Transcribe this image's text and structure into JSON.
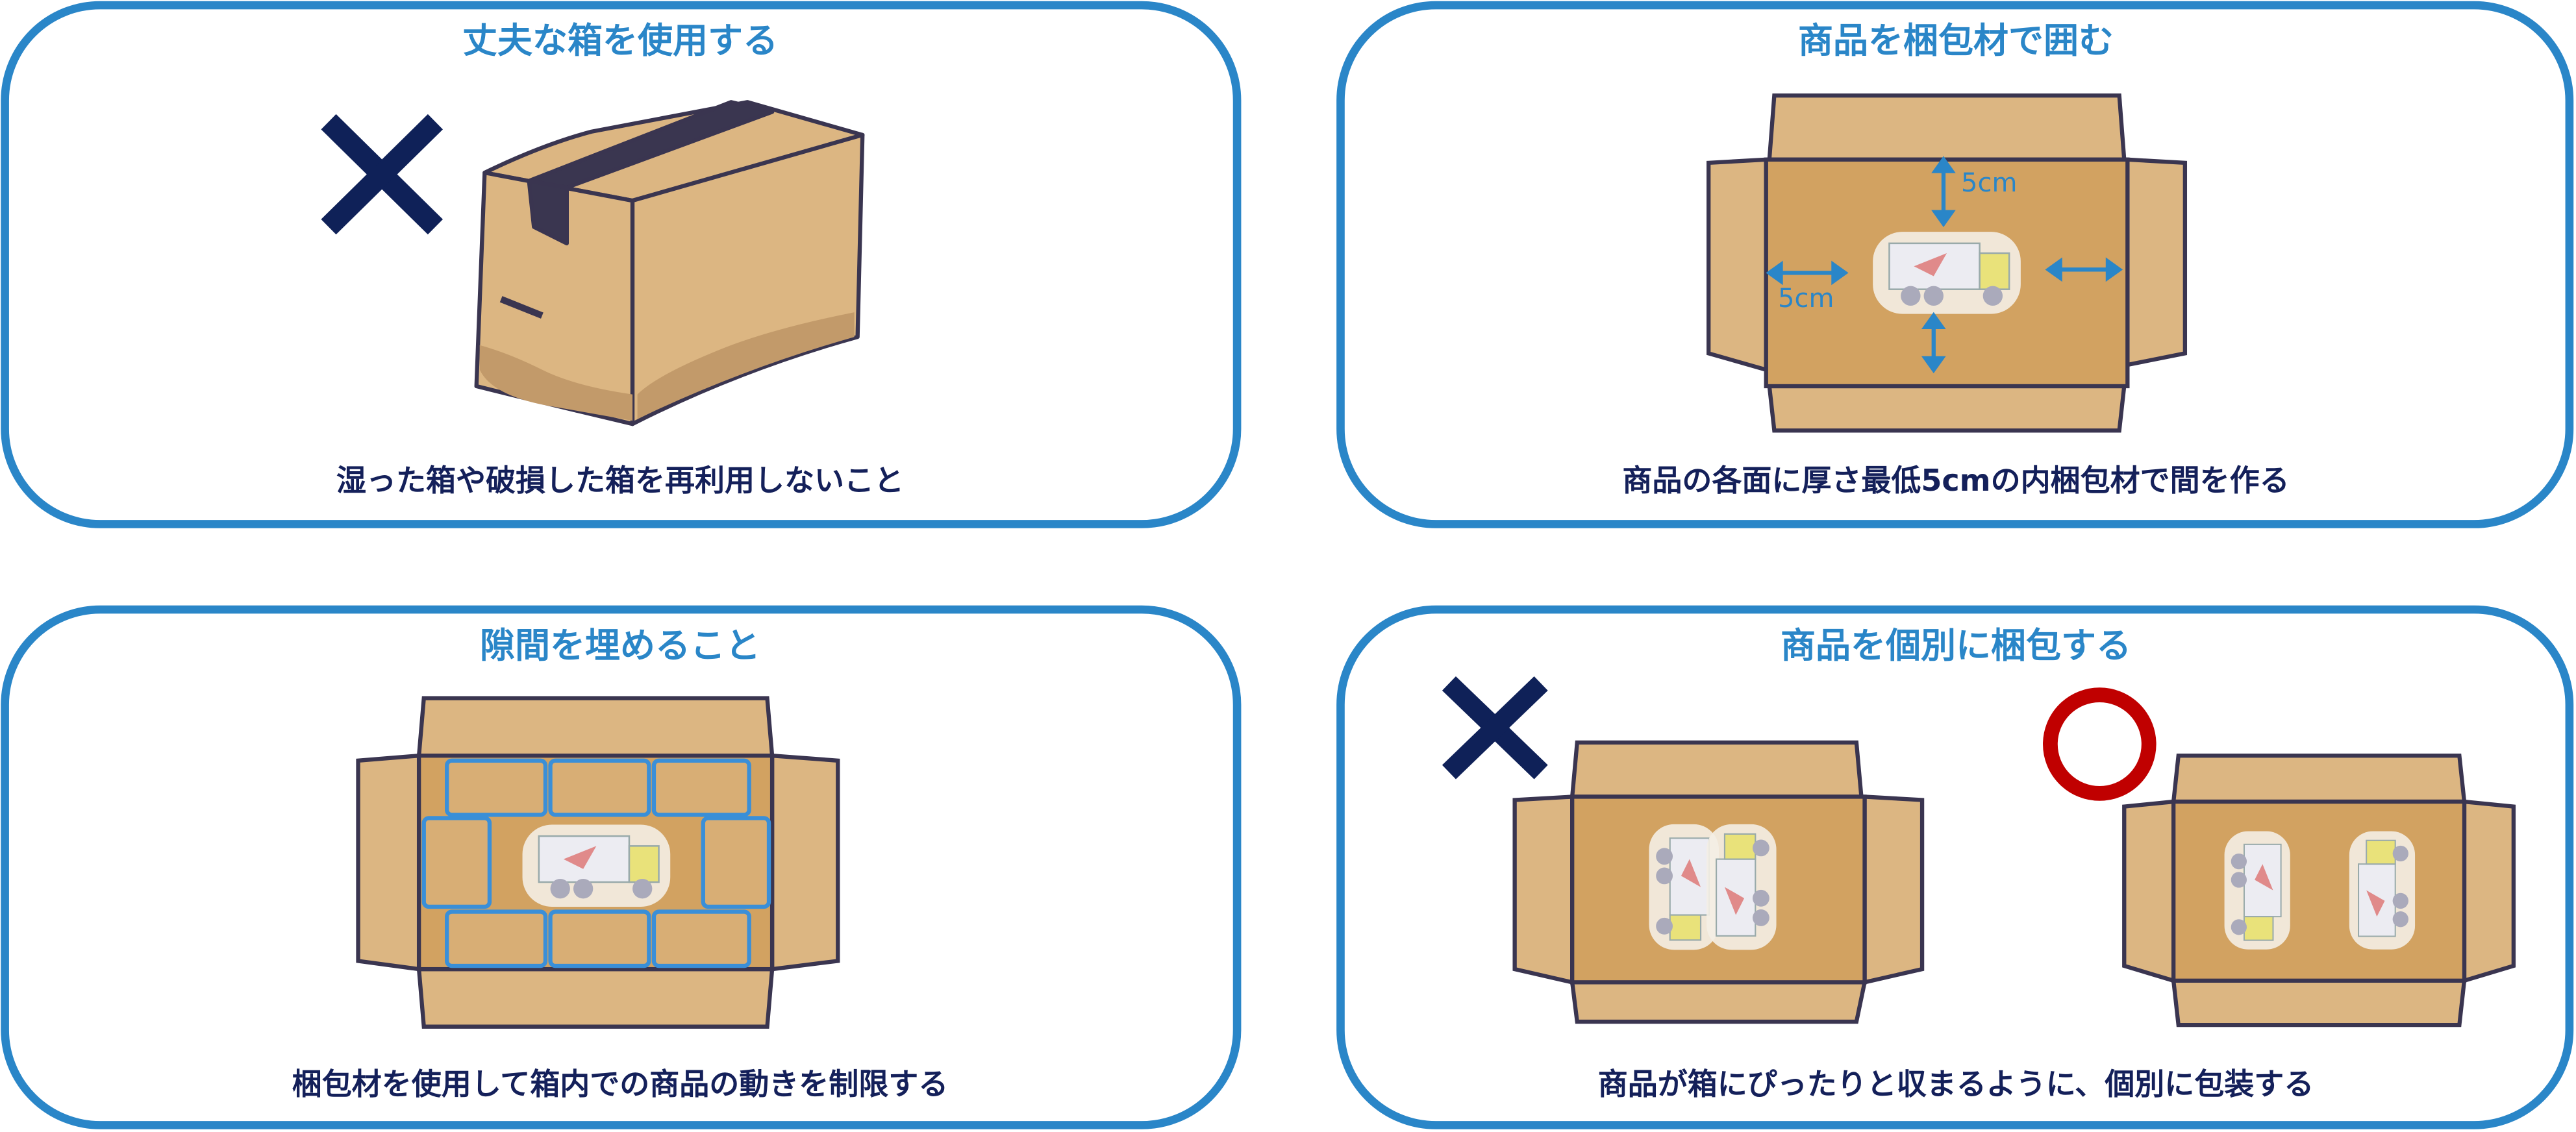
{
  "colors": {
    "panel_border": "#2a86c8",
    "title": "#2a86c8",
    "caption": "#14205a",
    "cross_mark": "#0f2158",
    "circle_mark": "#c00000",
    "box_flap": "#dcb682",
    "box_inner": "#d2a261",
    "box_outline": "#3a3550",
    "filler_outline": "#3a8fd8"
  },
  "panels": [
    {
      "title": "丈夫な箱を使用する",
      "caption": "湿った箱や破損した箱を再利用しないこと",
      "icons": [
        "cross-mark-icon",
        "damaged-box-icon"
      ]
    },
    {
      "title": "商品を梱包材で囲む",
      "caption": "商品の各面に厚さ最低5cmの内梱包材で間を作る",
      "dimension_labels": [
        "5cm",
        "5cm"
      ],
      "icons": [
        "open-box-icon",
        "wrapped-truck-icon",
        "double-arrow-icon"
      ]
    },
    {
      "title": "隙間を埋めること",
      "caption": "梱包材を使用して箱内での商品の動きを制限する",
      "icons": [
        "open-box-icon",
        "filler-cushion-icon",
        "wrapped-truck-icon"
      ]
    },
    {
      "title": "商品を個別に梱包する",
      "caption": "商品が箱にぴったりと収まるように、個別に包装する",
      "icons": [
        "cross-mark-icon",
        "circle-mark-icon",
        "open-box-icon",
        "wrapped-truck-icon"
      ]
    }
  ]
}
